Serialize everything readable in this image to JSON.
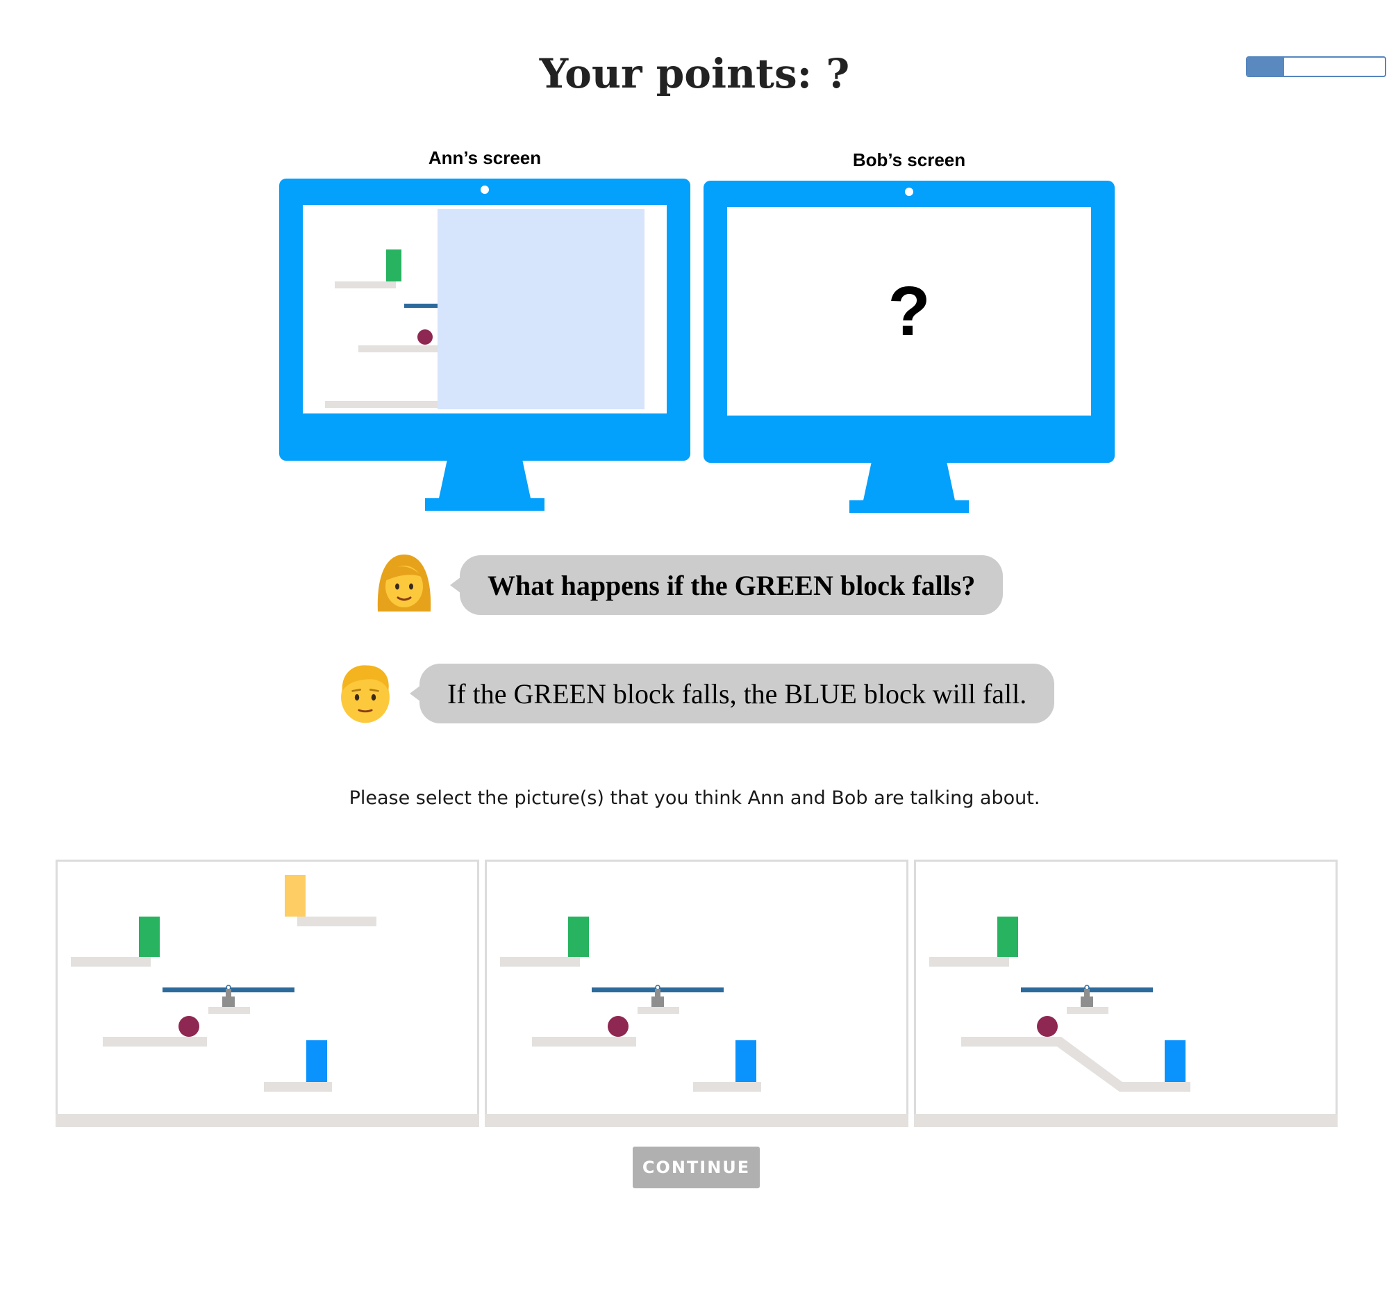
{
  "header": {
    "points_title": "Your points: ?",
    "progress_fraction": 0.27
  },
  "screens": {
    "ann_label": "Ann’s screen",
    "bob_label": "Bob’s screen",
    "bob_placeholder": "?"
  },
  "dialogue": {
    "ann_message": "What happens if the GREEN block falls?",
    "bob_message": "If the GREEN block falls, the BLUE block will fall."
  },
  "instruction": "Please select the picture(s) that you think Ann and Bob are talking about.",
  "choices": [
    {
      "description_icons": [
        "green-block",
        "yellow-block",
        "seesaw",
        "purple-ball",
        "blue-block"
      ]
    },
    {
      "description_icons": [
        "green-block",
        "seesaw",
        "purple-ball",
        "blue-block"
      ]
    },
    {
      "description_icons": [
        "green-block",
        "seesaw",
        "purple-ball",
        "ramp",
        "blue-block"
      ]
    }
  ],
  "continue_button": {
    "label": "CONTINUE"
  },
  "colors": {
    "monitor": "#03a0fc",
    "green_block": "#27b360",
    "blue_block": "#0a93fd",
    "yellow_block": "#fecd63",
    "ball": "#8e2751",
    "plank": "#2c6a9c",
    "ground": "#e3e0dd",
    "occluder": "#d6e4fc"
  }
}
